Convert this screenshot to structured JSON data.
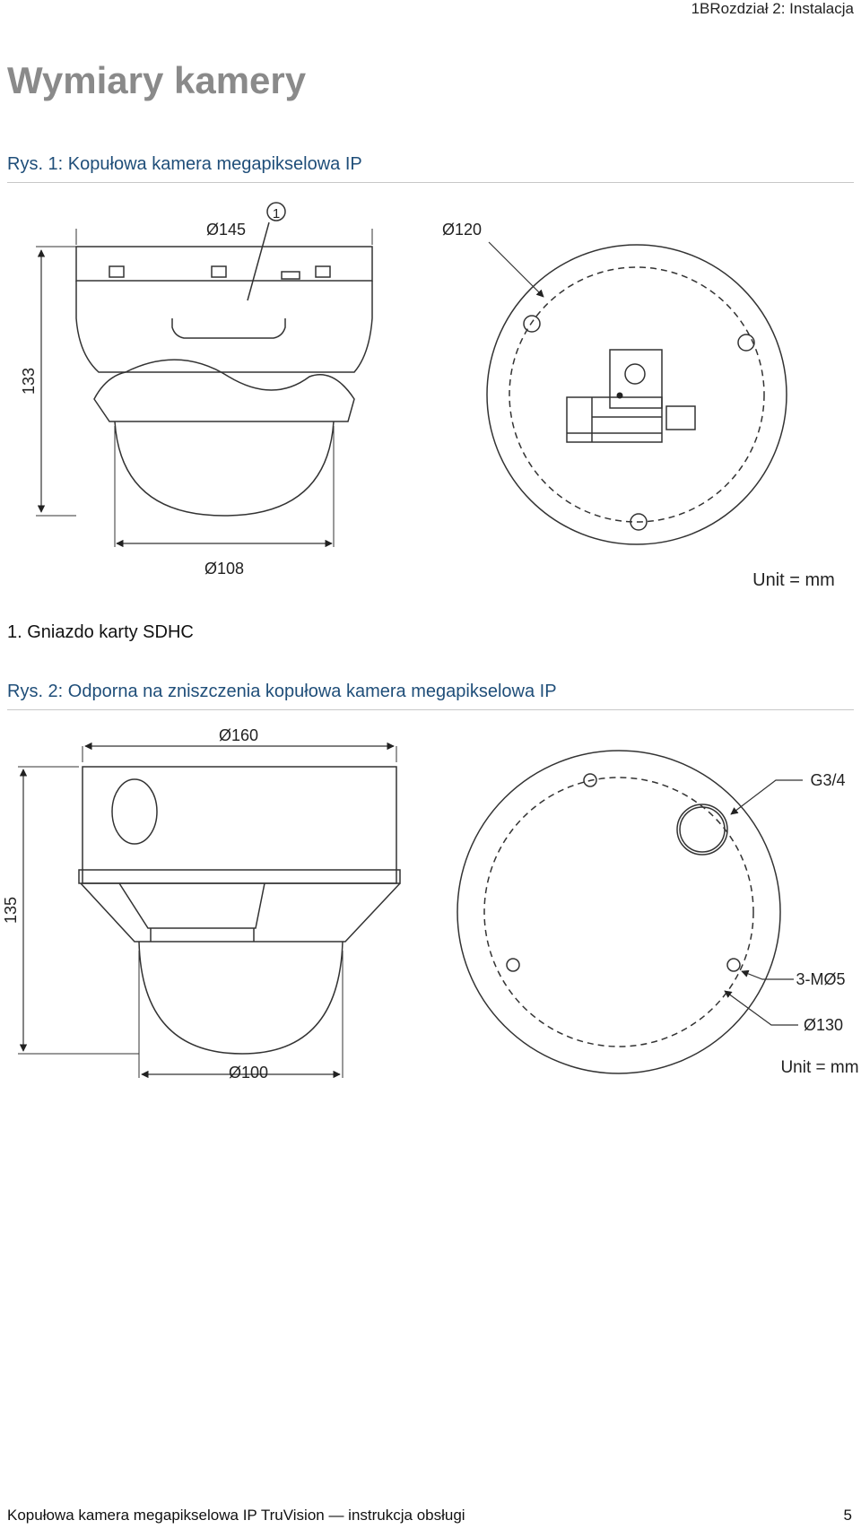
{
  "header": {
    "chapter": "1BRozdział 2: Instalacja"
  },
  "page_title": "Wymiary kamery",
  "figure1": {
    "caption": "Rys. 1: Kopułowa kamera megapikselowa IP",
    "callout": "1",
    "dim_top": "Ø145",
    "dim_height": "133",
    "dim_dome": "Ø108",
    "dim_mount": "Ø120",
    "unit": "Unit = mm",
    "legend": "1. Gniazdo karty SDHC"
  },
  "figure2": {
    "caption": "Rys. 2: Odporna na zniszczenia kopułowa kamera megapikselowa IP",
    "dim_top": "Ø160",
    "dim_height": "135",
    "dim_dome": "Ø100",
    "dim_conduit": "G3/4",
    "dim_screws": "3-MØ5",
    "dim_mount": "Ø130",
    "unit": "Unit = mm"
  },
  "footer": {
    "title": "Kopułowa kamera megapikselowa IP TruVision — instrukcja obsługi",
    "page": "5"
  }
}
